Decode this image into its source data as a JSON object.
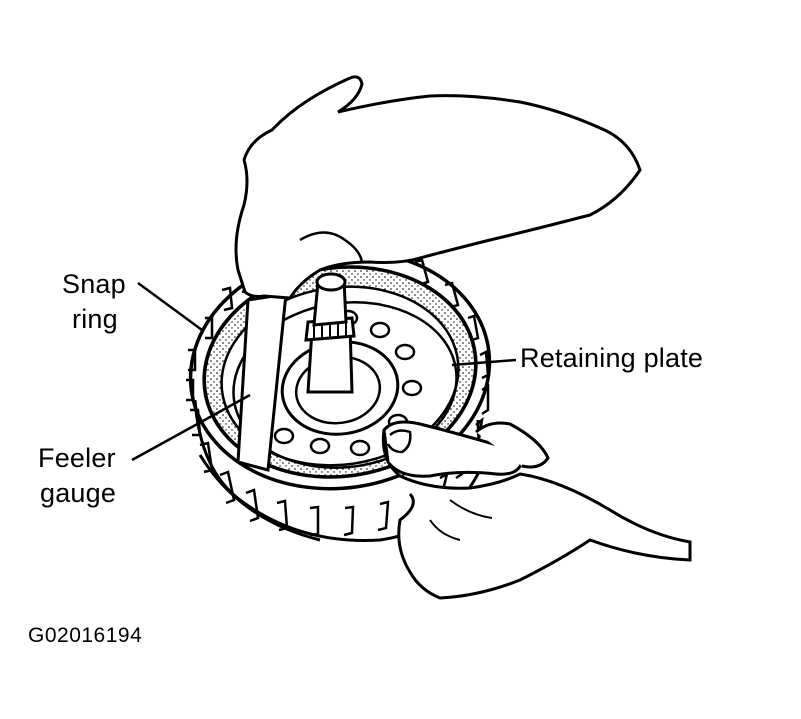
{
  "labels": {
    "snap_ring_line1": "Snap",
    "snap_ring_line2": "ring",
    "retaining_plate": "Retaining plate",
    "feeler_gauge_line1": "Feeler",
    "feeler_gauge_line2": "gauge"
  },
  "figure_id": "G02016194",
  "colors": {
    "ink": "#000000",
    "paper": "#ffffff"
  }
}
